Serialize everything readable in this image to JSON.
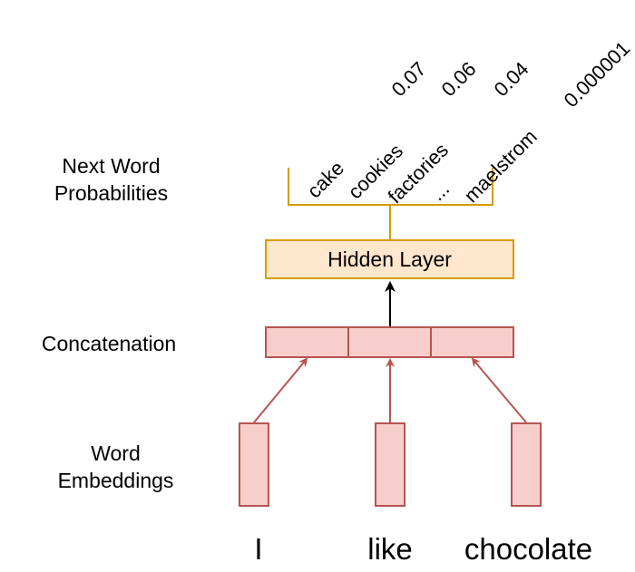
{
  "labels": {
    "next_word_line1": "Next Word",
    "next_word_line2": "Probabilities",
    "concatenation": "Concatenation",
    "word_embeddings_line1": "Word",
    "word_embeddings_line2": "Embeddings"
  },
  "hidden_layer": "Hidden Layer",
  "candidates": [
    {
      "word": "cake",
      "probability": "0.07"
    },
    {
      "word": "cookies",
      "probability": "0.06"
    },
    {
      "word": "factories",
      "probability": "0.04"
    },
    {
      "word": "...",
      "probability": ""
    },
    {
      "word": "maelstrom",
      "probability": "0.000001"
    }
  ],
  "input_words": [
    "I",
    "like",
    "chocolate"
  ],
  "colors": {
    "embedding_fill": "#f8cecc",
    "embedding_stroke": "#b85450",
    "hidden_fill": "#ffe6cc",
    "hidden_stroke": "#d79b00",
    "bracket_stroke": "#d79b00",
    "arrow_black": "#000000"
  }
}
